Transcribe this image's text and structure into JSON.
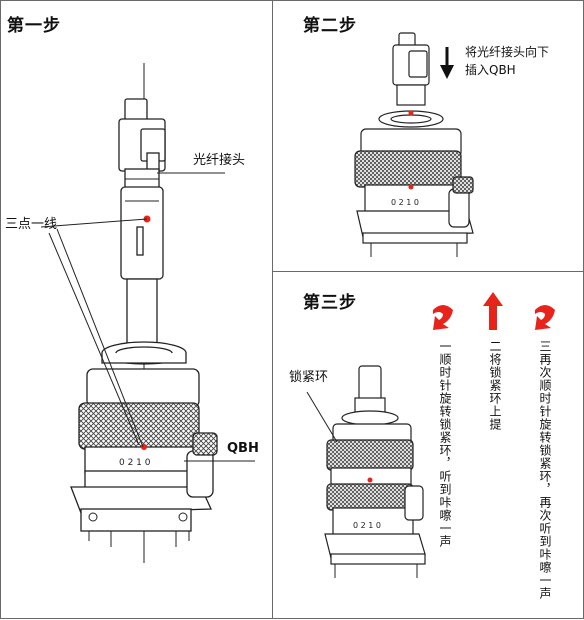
{
  "step1": {
    "title": "第一步",
    "label_connector": "光纤接头",
    "label_three_points": "三点一线",
    "label_qbh": "QBH"
  },
  "step2": {
    "title": "第二步",
    "instruction_line1": "将光纤接头向下",
    "instruction_line2": "插入QBH"
  },
  "step3": {
    "title": "第三步",
    "label_lock_ring": "锁紧环",
    "instructions": [
      {
        "text": "一顺时针旋转锁紧环，听到咔嚓一声",
        "arrow": "curved-clockwise-arrow-icon"
      },
      {
        "text": "二将锁紧环上提",
        "arrow": "up-arrow-icon"
      },
      {
        "text": "三再次顺时针旋转锁紧环，再次听到咔嚓一声",
        "arrow": "curved-clockwise-arrow-icon"
      }
    ]
  },
  "colors": {
    "arrow_red": "#e8231b",
    "line": "#222222",
    "knurl": "#555555"
  }
}
